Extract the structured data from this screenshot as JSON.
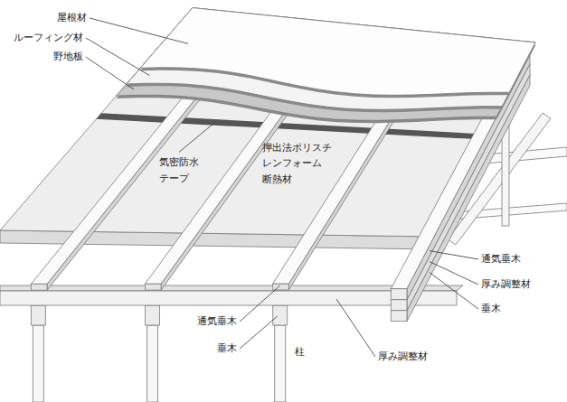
{
  "diagram": {
    "labels": [
      "屋根材",
      "ルーフィング材",
      "野地板",
      "気密防水 テープ",
      "押出法ポリスチ レンフォーム 断熱材",
      "通気垂木",
      "厚み調整材",
      "垂木",
      "通気垂木",
      "垂木",
      "柱",
      "厚み調整材"
    ]
  }
}
